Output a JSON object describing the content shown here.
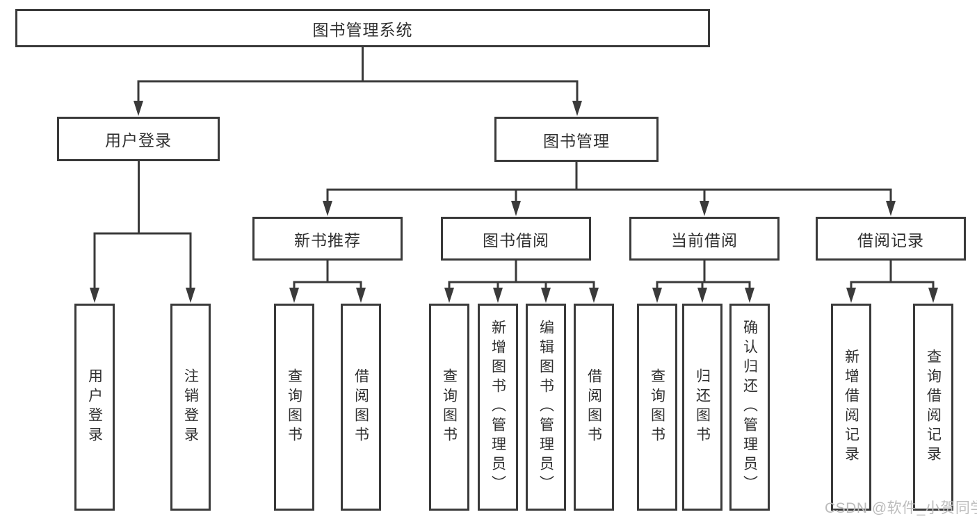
{
  "diagram_title": "图书管理系统",
  "colors": {
    "line": "#3a3a3a",
    "box_border": "#3a3a3a",
    "text": "#303030",
    "watermark": "#bcbcbc",
    "background": "#ffffff"
  },
  "nodes": {
    "root": {
      "label": "图书管理系统"
    },
    "level2": [
      {
        "label": "用户登录",
        "parent": "图书管理系统"
      },
      {
        "label": "图书管理",
        "parent": "图书管理系统"
      }
    ],
    "level3": [
      {
        "label": "新书推荐",
        "parent": "图书管理"
      },
      {
        "label": "图书借阅",
        "parent": "图书管理"
      },
      {
        "label": "当前借阅",
        "parent": "图书管理"
      },
      {
        "label": "借阅记录",
        "parent": "图书管理"
      }
    ],
    "leaves": [
      {
        "label": "用户登录",
        "parent": "用户登录"
      },
      {
        "label": "注销登录",
        "parent": "用户登录"
      },
      {
        "label": "查询图书",
        "parent": "新书推荐"
      },
      {
        "label": "借阅图书",
        "parent": "新书推荐"
      },
      {
        "label": "查询图书",
        "parent": "图书借阅"
      },
      {
        "label": "新增图书（管理员）",
        "parent": "图书借阅"
      },
      {
        "label": "编辑图书（管理员）",
        "parent": "图书借阅"
      },
      {
        "label": "借阅图书",
        "parent": "图书借阅"
      },
      {
        "label": "查询图书",
        "parent": "当前借阅"
      },
      {
        "label": "归还图书",
        "parent": "当前借阅"
      },
      {
        "label": "确认归还（管理员）",
        "parent": "当前借阅"
      },
      {
        "label": "新增借阅记录",
        "parent": "借阅记录"
      },
      {
        "label": "查询借阅记录",
        "parent": "借阅记录"
      }
    ]
  },
  "watermark": {
    "text": "CSDN @软件_小贺同学"
  }
}
